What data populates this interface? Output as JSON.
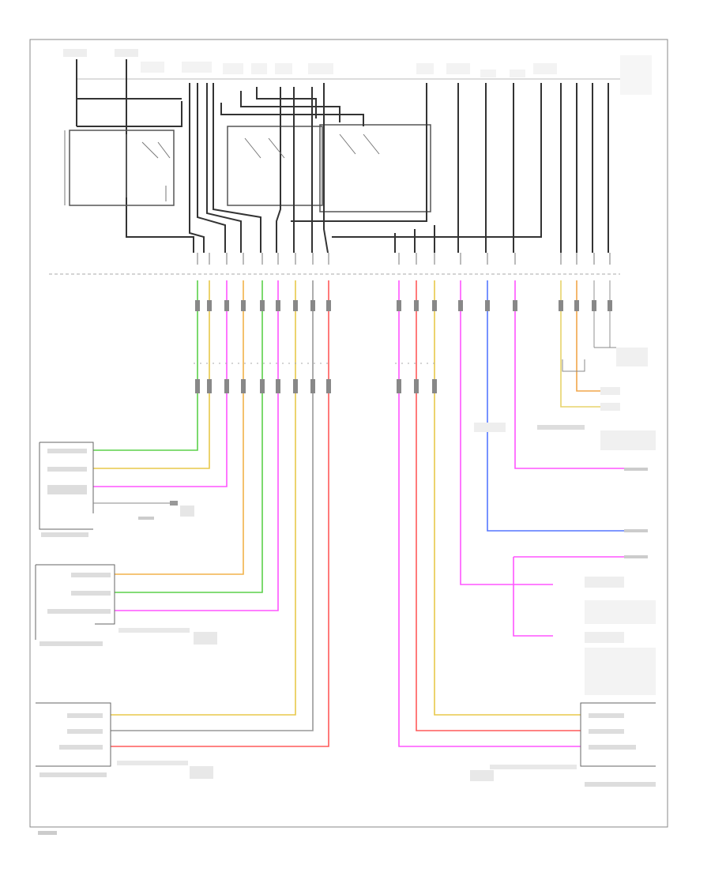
{
  "diagram": {
    "footer_code": "",
    "top_left_sources": [
      "",
      ""
    ],
    "relay_labels": [
      "",
      "",
      "",
      ""
    ],
    "bottom_ground_label": "",
    "colors": {
      "frame": "#888888",
      "black_wire": "#333333",
      "yellow": "#e8d36a",
      "green": "#5bd04a",
      "magenta": "#ff55ff",
      "orange": "#f2a64a",
      "red": "#ff5a5a",
      "blue": "#5577ff",
      "light_blue": "#99bbff",
      "gray": "#999999"
    },
    "modules": [
      {
        "id": "driver-seat-module",
        "caption": ""
      },
      {
        "id": "passenger-seat-module",
        "caption": ""
      },
      {
        "id": "rear-left-module",
        "caption": ""
      },
      {
        "id": "rear-right-module",
        "caption": ""
      },
      {
        "id": "right-side-connector",
        "caption": ""
      }
    ]
  }
}
